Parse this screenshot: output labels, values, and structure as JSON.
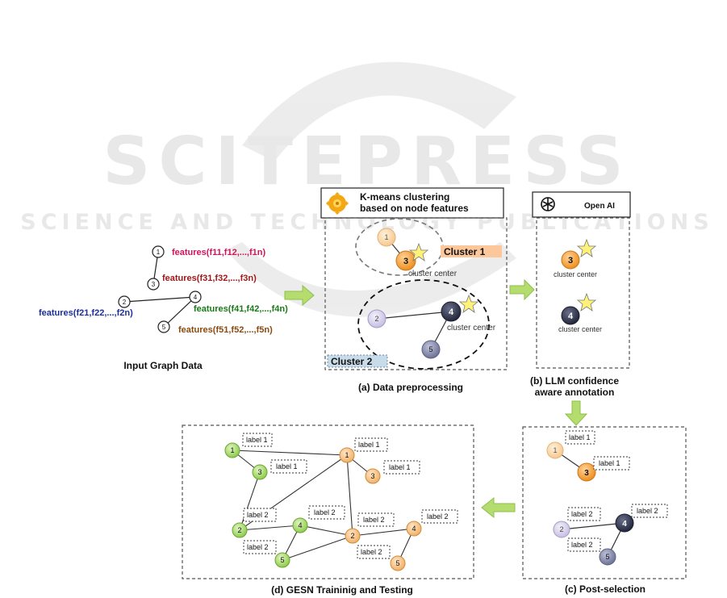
{
  "watermark": {
    "main": "SCITEPRESS",
    "sub": "SCIENCE AND TECHNOLOGY PUBLICATIONS"
  },
  "input_graph": {
    "caption": "Input Graph Data",
    "nodes": [
      {
        "id": "1",
        "features": "features(f11,f12,...,f1n)",
        "color": "#d4145a"
      },
      {
        "id": "2",
        "features": "features(f21,f22,...,f2n)",
        "color": "#1b2fa0"
      },
      {
        "id": "3",
        "features": "features(f31,f32,...,f3n)",
        "color": "#a01818"
      },
      {
        "id": "4",
        "features": "features(f41,f42,...,f4n)",
        "color": "#1a7a1a"
      },
      {
        "id": "5",
        "features": "features(f51,f52,...,f5n)",
        "color": "#8a4a10"
      }
    ]
  },
  "panel_a": {
    "header": [
      "K-means clustering",
      "based on node features"
    ],
    "cluster1_label": "Cluster 1",
    "cluster2_label": "Cluster 2",
    "cluster_center_label": "cluster center",
    "caption": "(a) Data preprocessing",
    "nodes": [
      "1",
      "3",
      "2",
      "4",
      "5"
    ]
  },
  "panel_b": {
    "header": "Open AI",
    "cluster_center_label": "cluster center",
    "caption_line1": "(b) LLM confidence",
    "caption_line2": "aware annotation",
    "nodes": [
      "3",
      "4"
    ]
  },
  "panel_c": {
    "caption": "(c) Post-selection",
    "labels": [
      "label 1",
      "label 1",
      "label 2",
      "label 2",
      "label 2"
    ],
    "nodes": [
      "1",
      "3",
      "2",
      "4",
      "5"
    ]
  },
  "panel_d": {
    "caption": "(d) GESN Traininig and Testing",
    "nodes": [
      "1",
      "3",
      "2",
      "4",
      "5",
      "1",
      "3",
      "2",
      "4",
      "5"
    ],
    "labels": [
      "label 1",
      "label 1",
      "label 1",
      "label 1",
      "label 2",
      "label 2",
      "label 2",
      "label 2",
      "label 2",
      "label 2"
    ]
  },
  "colors": {
    "green_node": "#a8d96b",
    "orange_light": "#fcd9a8",
    "orange_dark": "#f4a23c",
    "lavender": "#d9d3ee",
    "navy": "#3a3f55",
    "slate": "#8a8fb0",
    "star": "#fff27a",
    "arrow": "#b4dc6e",
    "cluster1_tag": "#fcc79a",
    "cluster2_tag": "#c8dbe8"
  }
}
